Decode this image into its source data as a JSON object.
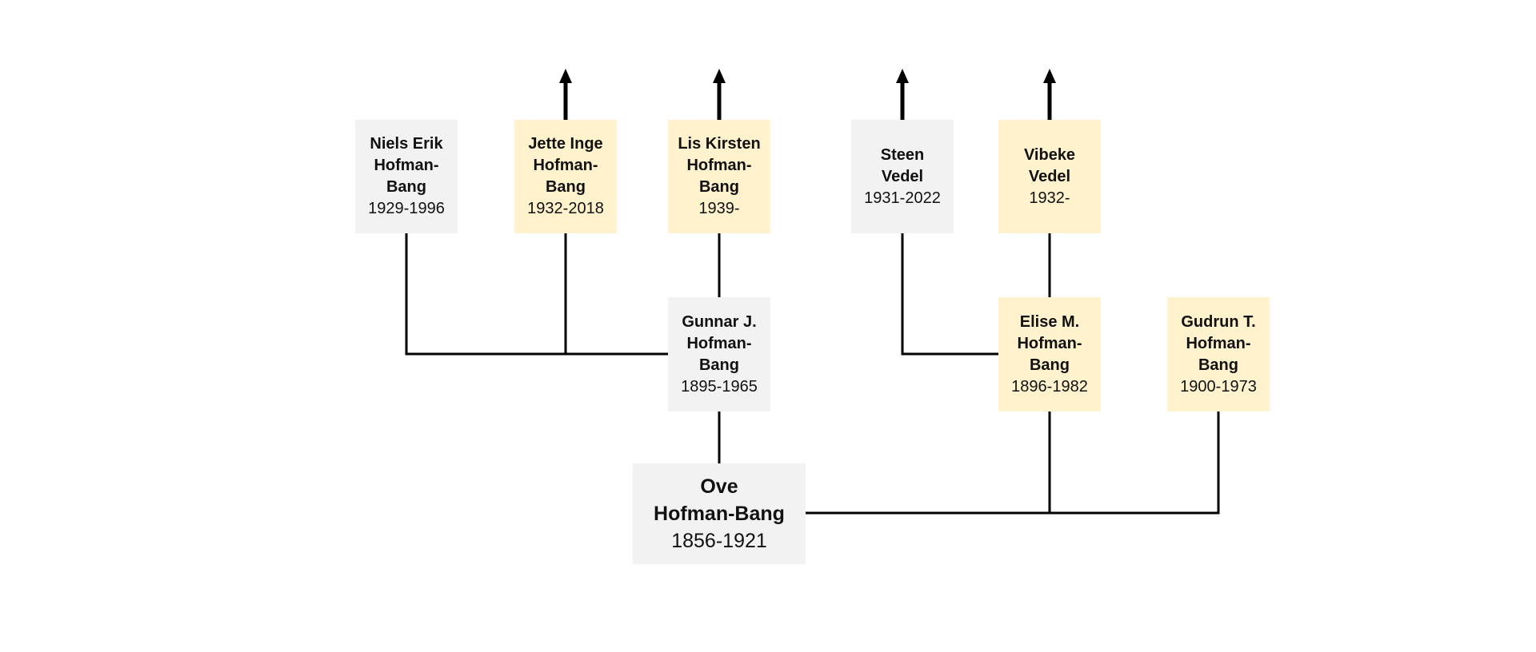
{
  "colors": {
    "grey_box": "#f2f2f2",
    "yellow_box": "#fff2cc",
    "line": "#000000"
  },
  "people": {
    "niels": {
      "name": "Niels Erik\nHofman-\nBang",
      "dates": "1929-1996"
    },
    "jette": {
      "name": "Jette Inge\nHofman-\nBang",
      "dates": "1932-2018"
    },
    "lis": {
      "name": "Lis Kirsten\nHofman-\nBang",
      "dates": "1939-"
    },
    "steen": {
      "name": "Steen\nVedel\n",
      "dates": "1931-2022"
    },
    "vibeke": {
      "name": "Vibeke\nVedel\n",
      "dates": "1932-"
    },
    "gunnar": {
      "name": "Gunnar J.\nHofman-\nBang",
      "dates": "1895-1965"
    },
    "elise": {
      "name": "Elise M.\nHofman-\nBang",
      "dates": "1896-1982"
    },
    "gudrun": {
      "name": "Gudrun T.\nHofman-\nBang",
      "dates": "1900-1973"
    },
    "ove": {
      "name": "Ove\nHofman-Bang",
      "dates": "1856-1921"
    }
  }
}
